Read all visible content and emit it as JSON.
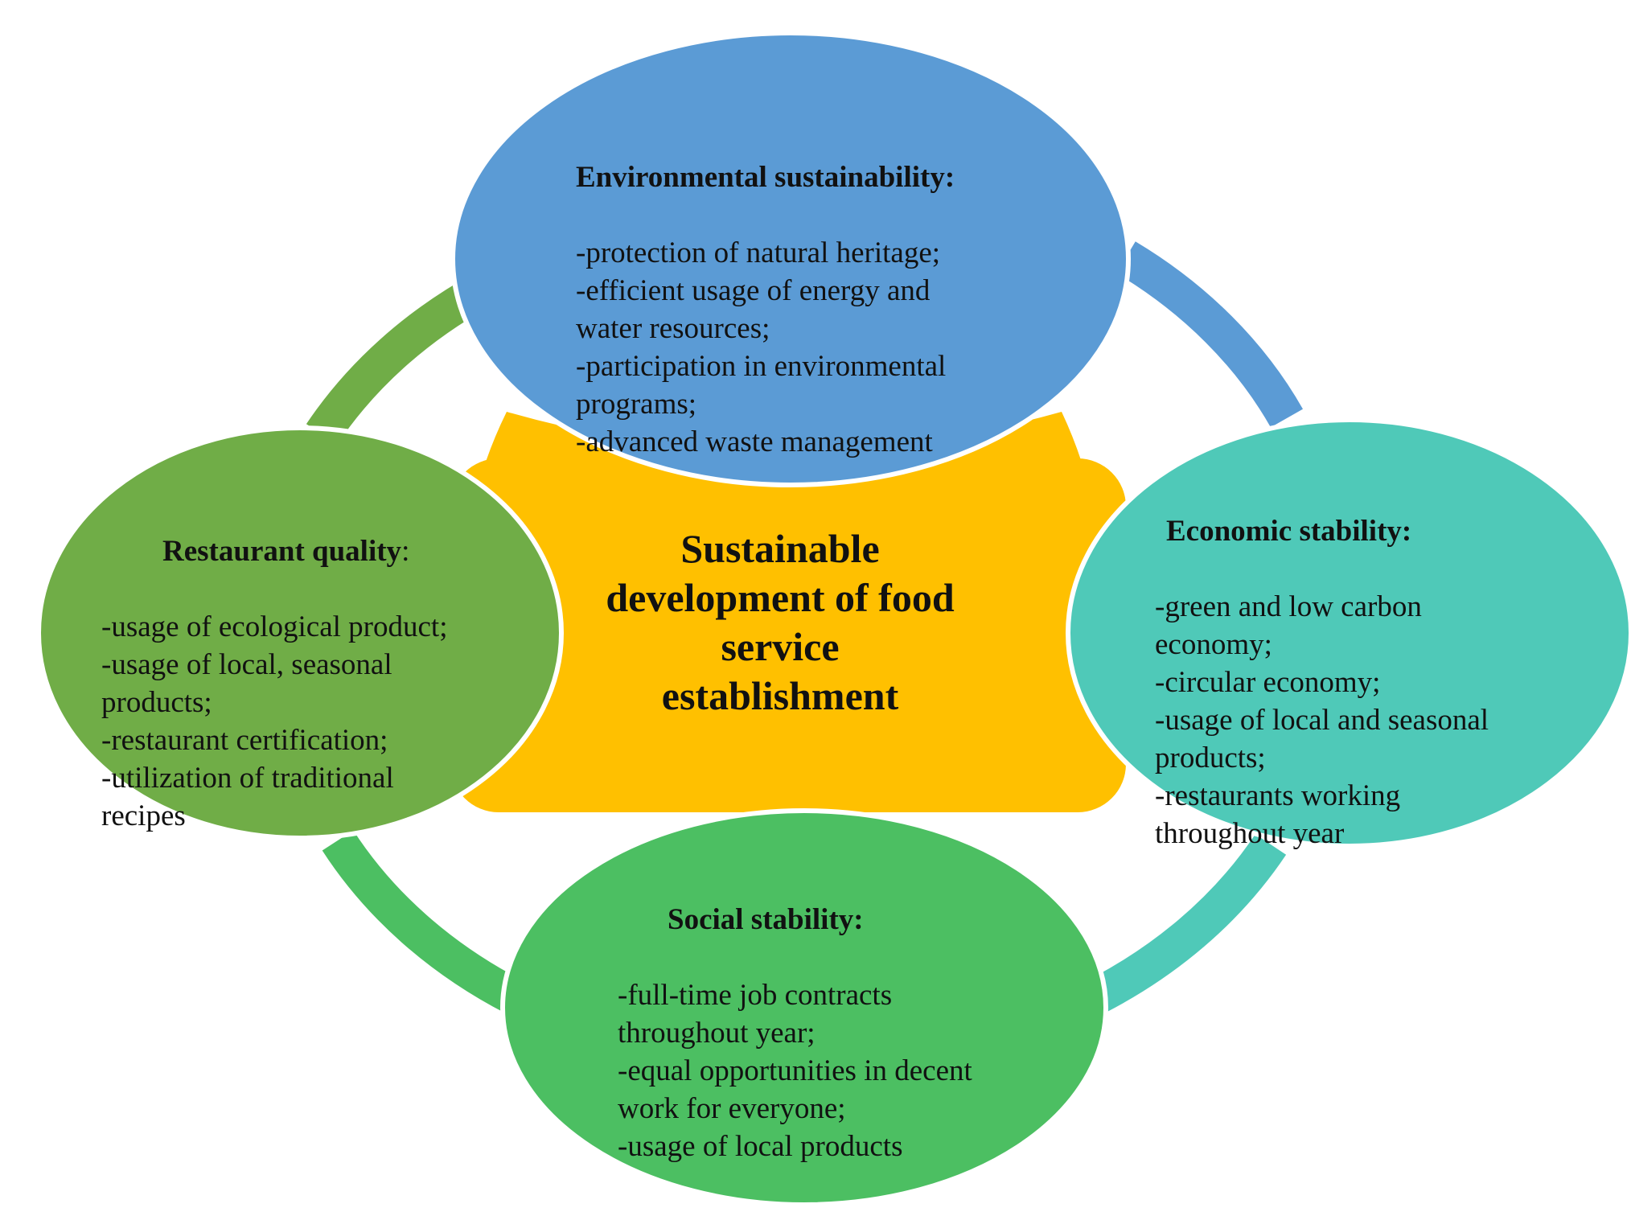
{
  "center": {
    "title": "Sustainable\ndevelopment of food\nservice\nestablishment"
  },
  "nodes": {
    "environmental": {
      "title": "Environmental sustainability:",
      "body": "-protection of natural heritage;\n-efficient usage of energy and\nwater resources;\n-participation in environmental\nprograms;\n-advanced waste management"
    },
    "restaurant": {
      "title": "Restaurant quality",
      "title_suffix": ":",
      "body": "-usage of ecological product;\n-usage of local, seasonal\nproducts;\n-restaurant certification;\n-utilization of traditional\nrecipes"
    },
    "economic": {
      "title": "Economic stability:",
      "body": "-green and low carbon\neconomy;\n-circular economy;\n-usage of local and seasonal\nproducts;\n-restaurants working\nthroughout year"
    },
    "social": {
      "title": "Social stability:",
      "body": "-full-time job contracts\nthroughout year;\n-equal opportunities in decent\nwork for everyone;\n-usage of local products"
    }
  },
  "colors": {
    "center": "#FFC000",
    "environmental": "#5B9BD5",
    "restaurant": "#70AD47",
    "economic": "#4FC9B8",
    "social": "#4CBF62",
    "ring_top_left": "#70AD47",
    "ring_top_right": "#5B9BD5",
    "ring_bottom_right": "#4FC9B8",
    "ring_bottom_left": "#4CBF62"
  }
}
